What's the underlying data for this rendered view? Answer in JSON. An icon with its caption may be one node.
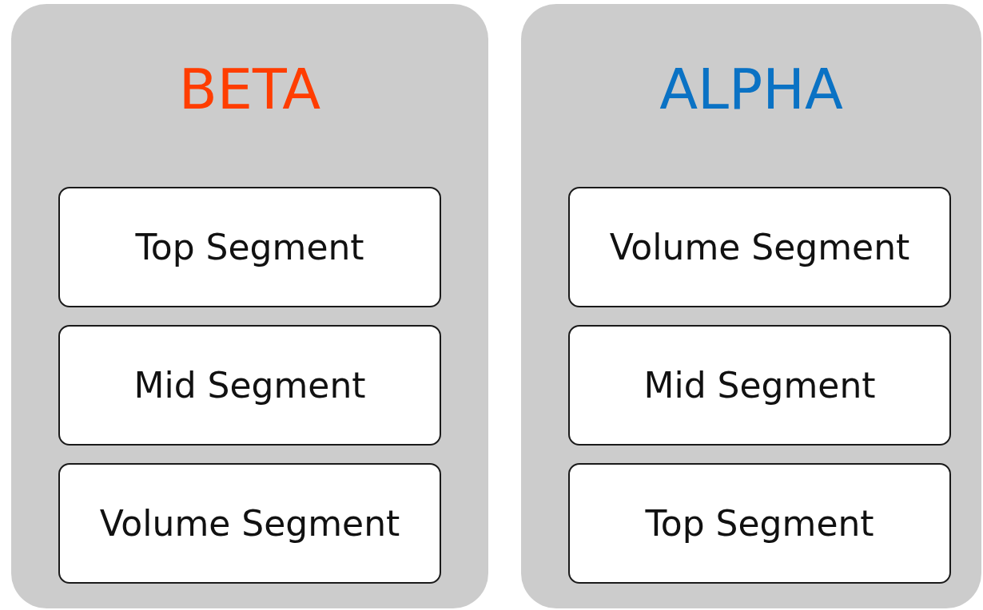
{
  "diagram": {
    "nodes": [
      {
        "text": [
          "BETA"
        ]
      },
      {
        "text": [
          "Top Segment"
        ],
        "in": 0
      },
      {
        "text": [
          "Mid Segment"
        ],
        "in": 0
      },
      {
        "text": [
          "Volume Segment"
        ],
        "in": 0
      },
      {
        "text": [
          "ALPHA"
        ]
      },
      {
        "text": [
          "Volume Segment"
        ],
        "in": 4
      },
      {
        "text": [
          "Mid Segment"
        ],
        "in": 4
      },
      {
        "text": [
          "Top Segment"
        ],
        "in": 4
      }
    ]
  }
}
